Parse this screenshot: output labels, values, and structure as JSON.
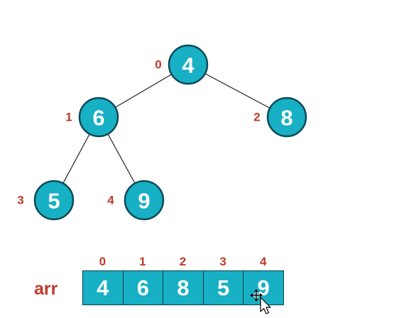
{
  "tree": {
    "nodes": [
      {
        "index": "0",
        "value": "4"
      },
      {
        "index": "1",
        "value": "6"
      },
      {
        "index": "2",
        "value": "8"
      },
      {
        "index": "3",
        "value": "5"
      },
      {
        "index": "4",
        "value": "9"
      }
    ],
    "edges": [
      [
        0,
        1
      ],
      [
        0,
        2
      ],
      [
        1,
        3
      ],
      [
        1,
        4
      ]
    ]
  },
  "array": {
    "label": "arr",
    "indices": [
      "0",
      "1",
      "2",
      "3",
      "4"
    ],
    "values": [
      "4",
      "6",
      "8",
      "5",
      "9"
    ]
  },
  "colors": {
    "node_fill": "#17b0c4",
    "node_stroke": "#0d4a56",
    "index_text": "#c0392b",
    "value_text": "#ffffff"
  },
  "cursor": {
    "icon": "move-cursor-icon"
  }
}
